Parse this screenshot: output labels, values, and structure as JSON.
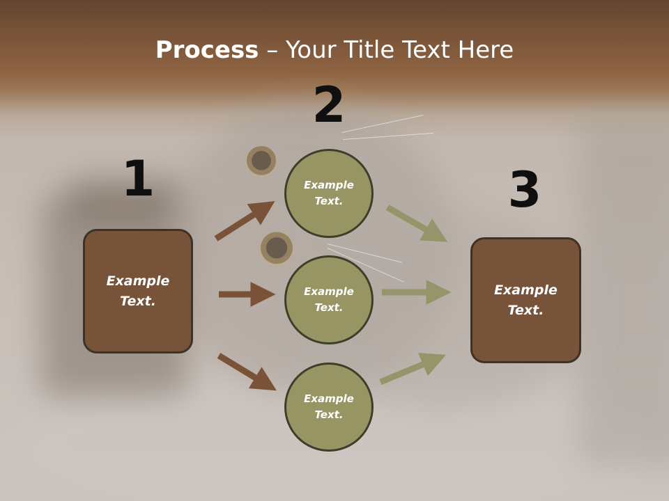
{
  "title": {
    "bold": "Process",
    "rest": " – Your Title Text Here"
  },
  "steps": [
    {
      "number": "1",
      "label": "Example Text."
    },
    {
      "number": "2",
      "items": [
        "Example Text.",
        "Example Text.",
        "Example Text."
      ]
    },
    {
      "number": "3",
      "label": "Example Text."
    }
  ],
  "colors": {
    "box_fill": "#765339",
    "circle_fill": "#979564",
    "arrow_left": "#7a5237",
    "arrow_right": "#96946a",
    "header_brown": "#7b5538"
  }
}
